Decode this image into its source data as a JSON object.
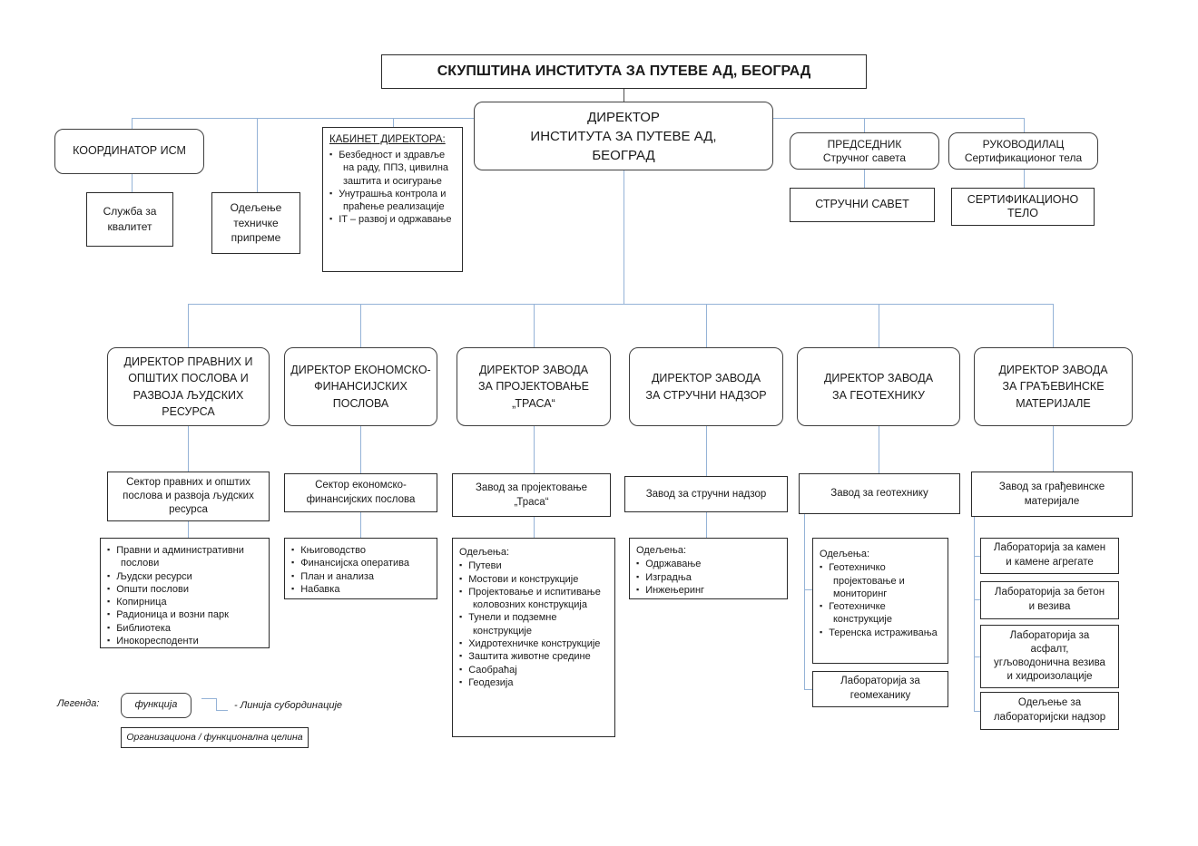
{
  "colors": {
    "connector_line": "#95b3d7",
    "box_border": "#2b2b2b",
    "rounded_box_border": "#3f3f3f",
    "background": "#ffffff",
    "text": "#1a1a1a"
  },
  "top": {
    "assembly": "СКУПШТИНА ИНСТИТУТА ЗА ПУТЕВЕ АД, БЕОГРАД",
    "director": "ДИРЕКТОР\nИНСТИТУТА ЗА ПУТЕВЕ АД,\nБЕОГРАД"
  },
  "left_branch": {
    "coordinator": "КООРДИНАТОР ИСМ",
    "quality_service": "Служба за\nквалитет",
    "technical_preparation": "Одељење\nтехничке\nприпреме"
  },
  "cabinet": {
    "title": "КАБИНЕТ ДИРЕКТОРА:",
    "items": [
      "Безбедност и здравље на раду, ППЗ, цивилна заштита и осигурање",
      "Унутрашња контрола и праћење реализације",
      "IT – развој и одржавање"
    ]
  },
  "right_branch": {
    "president_title": "ПРЕДСЕДНИК",
    "president_subtitle": "Стручног савета",
    "cert_head_title": "РУКОВОДИЛАЦ",
    "cert_head_subtitle": "Сертификационог тела",
    "expert_council": "СТРУЧНИ САВЕТ",
    "cert_body": "СЕРТИФИКАЦИОНО\nТЕЛО"
  },
  "divisions": [
    {
      "director": "ДИРЕКТОР ПРАВНИХ И\nОПШТИХ ПОСЛОВА И\nРАЗВОЈА ЉУДСКИХ\nРЕСУРСА",
      "unit": "Сектор правних и општих\nпослова и развоја људских\nресурса",
      "items": [
        "Правни и административни послови",
        "Људски ресурси",
        "Општи послови",
        "Копирница",
        "Радионица и возни парк",
        "Библиотека",
        "Инокоресподенти"
      ]
    },
    {
      "director": "ДИРЕКТОР ЕКОНОМСКО-\nФИНАНСИЈСКИХ\nПОСЛОВА",
      "unit": "Сектор економско-\nфинансијских послова",
      "items": [
        "Књиговодство",
        "Финансијска оператива",
        "План и анализа",
        "Набавка"
      ]
    },
    {
      "director": "ДИРЕКТОР ЗАВОДА\nЗА ПРОЈЕКТОВАЊЕ\n„ТРАСА“",
      "unit": "Завод за пројектовање\n„Траса“",
      "list_title": "Одељења:",
      "items": [
        "Путеви",
        "Мостови и конструкције",
        "Пројектовање и испитивање коловозних конструкција",
        "Тунели и подземне конструкције",
        "Хидротехничке конструкције",
        "Заштита животне средине",
        "Саобраћај",
        "Геодезија"
      ]
    },
    {
      "director": "ДИРЕКТОР ЗАВОДА\nЗА СТРУЧНИ НАДЗОР",
      "unit": "Завод за стручни надзор",
      "list_title": "Одељења:",
      "items": [
        "Одржавање",
        "Изградња",
        "Инжењеринг"
      ]
    },
    {
      "director": "ДИРЕКТОР ЗАВОДА\nЗА ГЕОТЕХНИКУ",
      "unit": "Завод за геотехнику",
      "list_title": "Одељења:",
      "items": [
        "Геотехничко пројектовање и мониторинг",
        "Геотехничке конструкције",
        "Теренска истраживања"
      ],
      "extra_box": "Лабораторија за\nгеомеханику"
    },
    {
      "director": "ДИРЕКТОР ЗАВОДА\nЗА ГРАЂЕВИНСКЕ\nМАТЕРИЈАЛЕ",
      "unit": "Завод за грађевинске\nматеријале",
      "boxes": [
        "Лабораторија за камен\nи камене агрегате",
        "Лабораторија за бетон\nи везива",
        "Лабораторија за\nасфалт,\nугљоводонична везива\nи хидроизолације",
        "Одељење за\nлабораторијски надзор"
      ]
    }
  ],
  "legend": {
    "label": "Легенда:",
    "function_label": "функција",
    "line_label": "- Линија субординације",
    "unit_label": "Организациона / функционална целина"
  }
}
